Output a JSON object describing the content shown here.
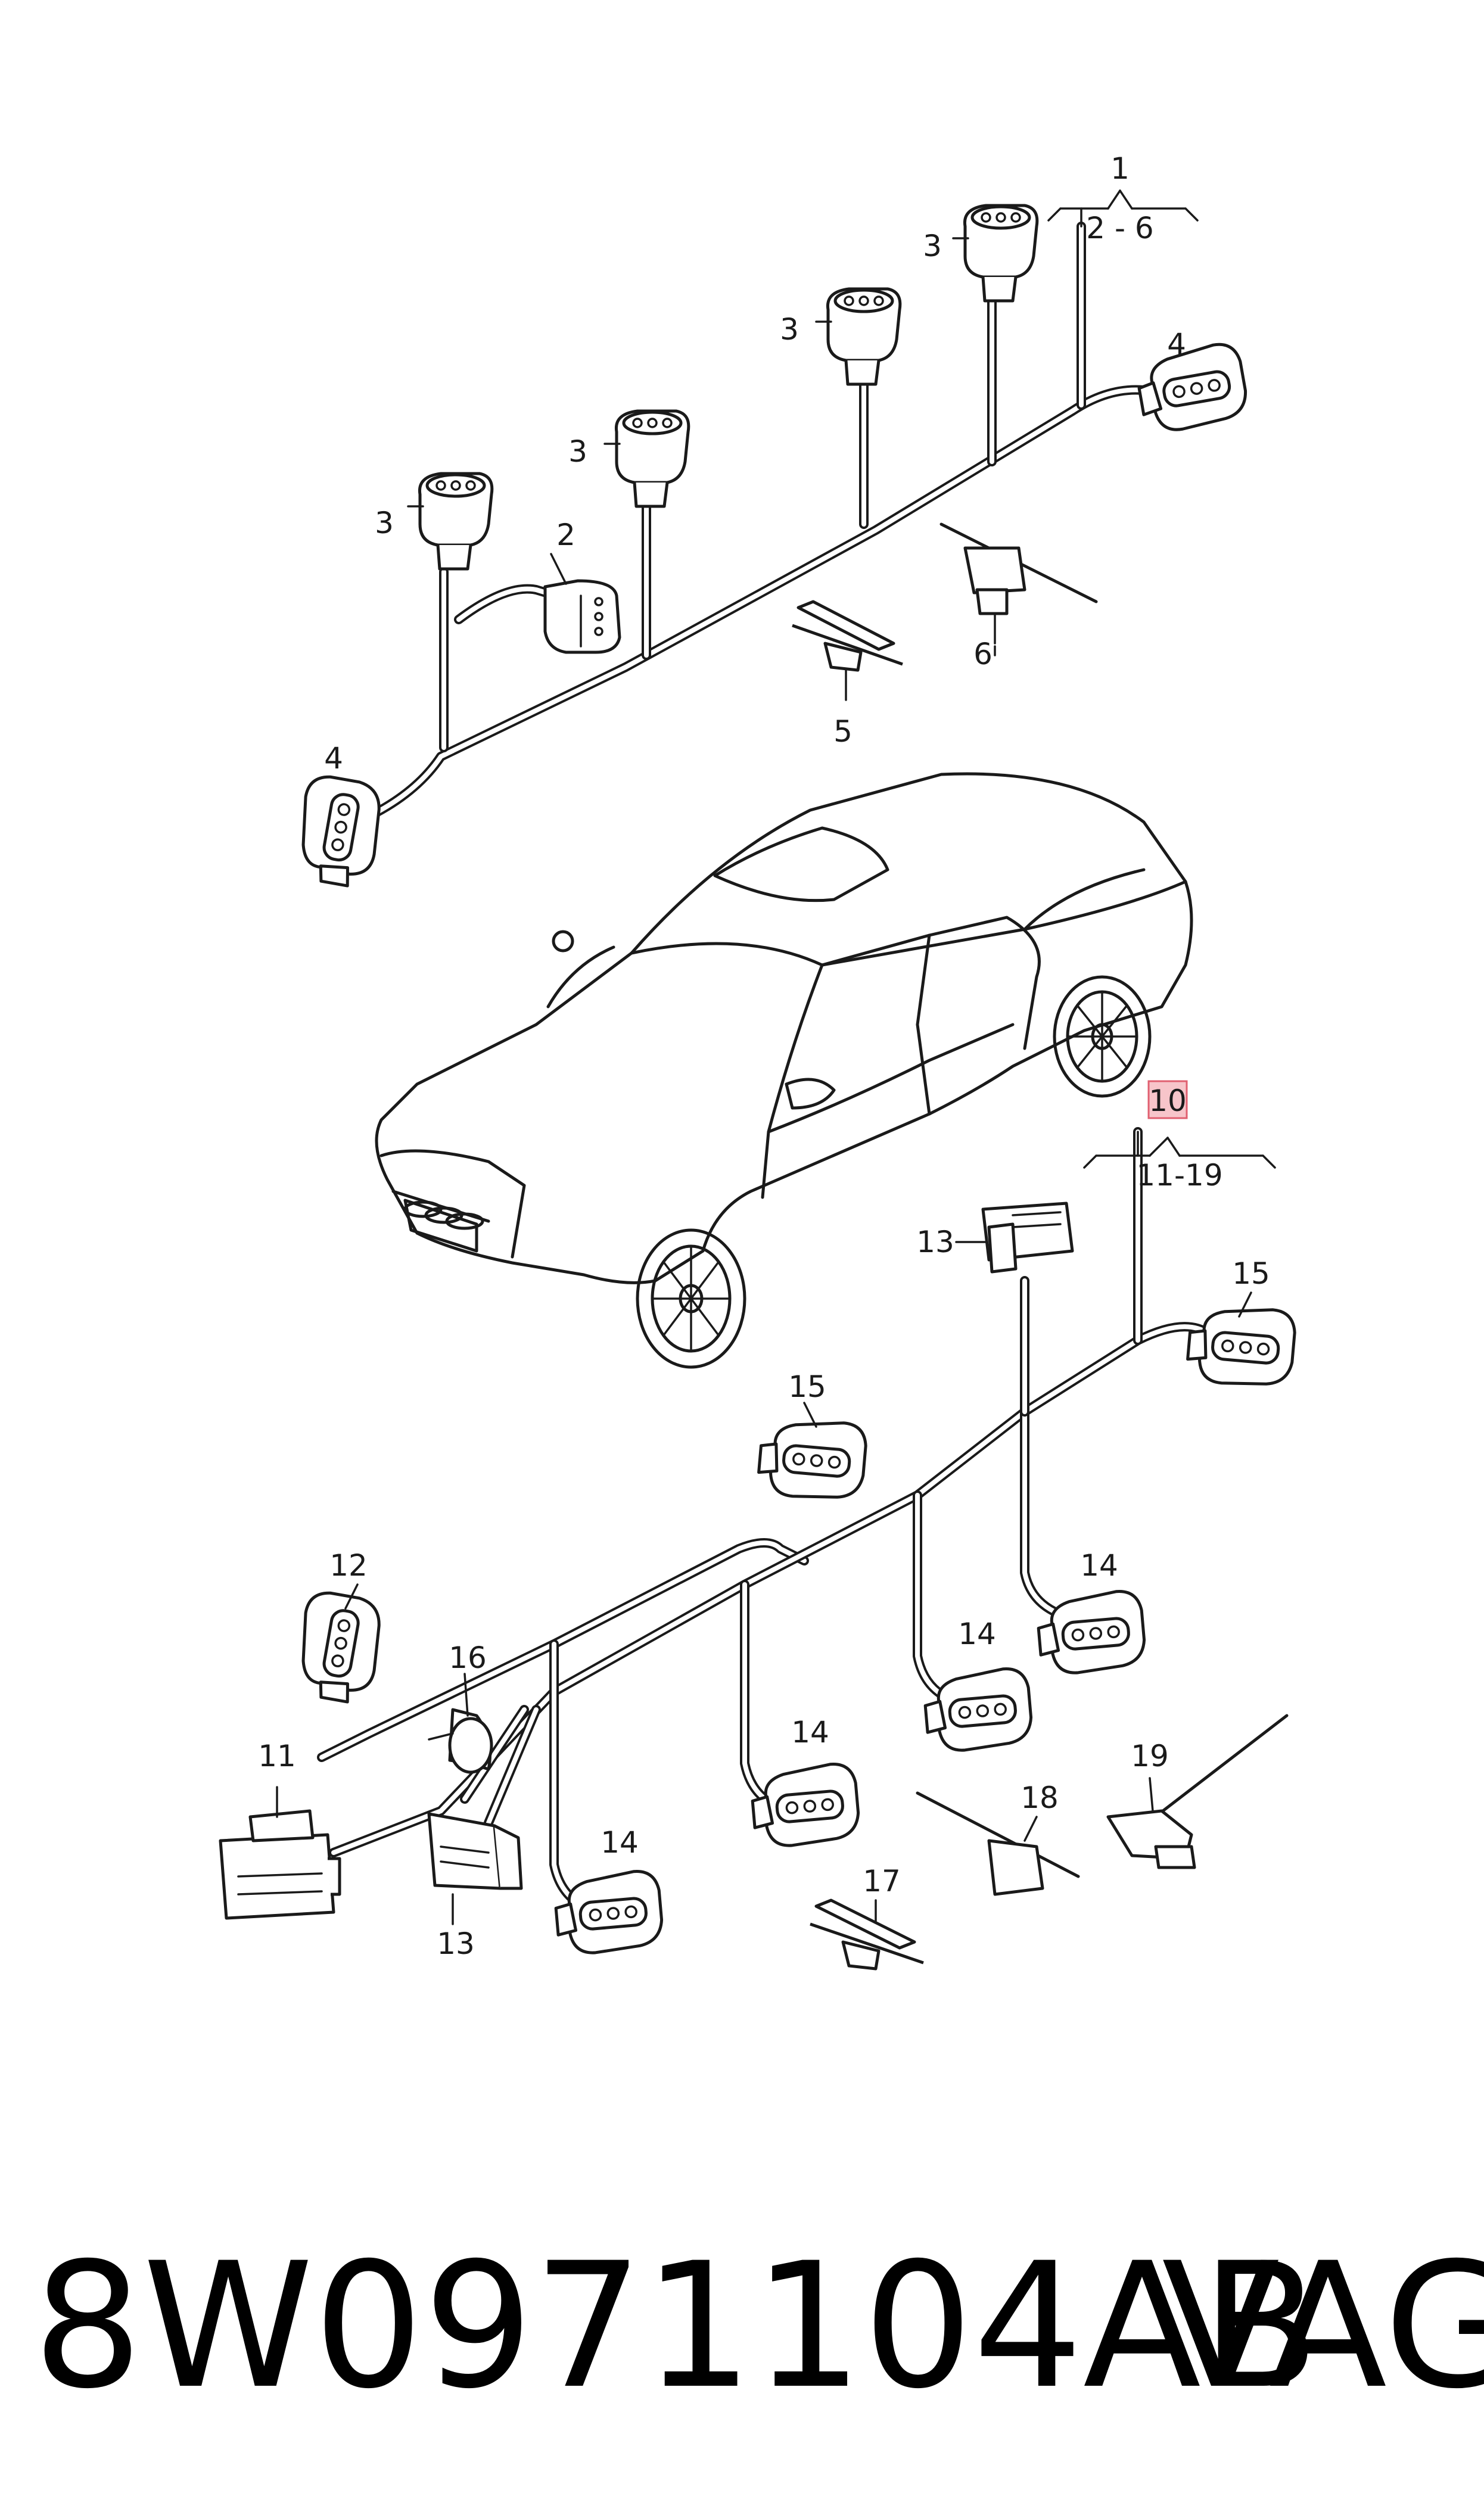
{
  "diagram": {
    "group_top": {
      "number": "1",
      "range": "2 - 6"
    },
    "group_bottom": {
      "number": "10",
      "range": "11-19",
      "highlight_color": "#f7c5ca",
      "highlight_border": "#e06070"
    },
    "labels": [
      {
        "id": "l3a",
        "text": "3"
      },
      {
        "id": "l3b",
        "text": "3"
      },
      {
        "id": "l3c",
        "text": "3"
      },
      {
        "id": "l3d",
        "text": "3"
      },
      {
        "id": "l4a",
        "text": "4"
      },
      {
        "id": "l4b",
        "text": "4"
      },
      {
        "id": "l2",
        "text": "2"
      },
      {
        "id": "l5",
        "text": "5"
      },
      {
        "id": "l6",
        "text": "6"
      },
      {
        "id": "l13a",
        "text": "13"
      },
      {
        "id": "l15a",
        "text": "15"
      },
      {
        "id": "l15b",
        "text": "15"
      },
      {
        "id": "l12",
        "text": "12"
      },
      {
        "id": "l14a",
        "text": "14"
      },
      {
        "id": "l14b",
        "text": "14"
      },
      {
        "id": "l14c",
        "text": "14"
      },
      {
        "id": "l14d",
        "text": "14"
      },
      {
        "id": "l16",
        "text": "16"
      },
      {
        "id": "l11",
        "text": "11"
      },
      {
        "id": "l13b",
        "text": "13"
      },
      {
        "id": "l17",
        "text": "17"
      },
      {
        "id": "l18",
        "text": "18"
      },
      {
        "id": "l19",
        "text": "19"
      }
    ]
  },
  "footer": {
    "part_number": "8W0971104AB",
    "brand": "VAG"
  }
}
